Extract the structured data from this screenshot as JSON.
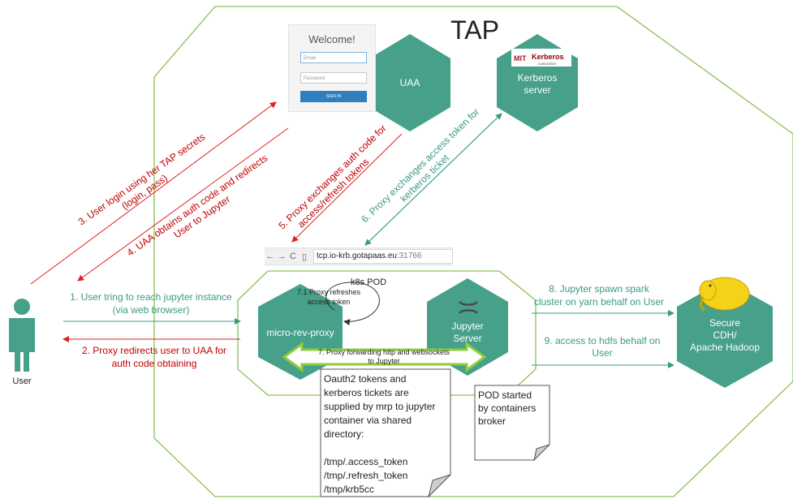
{
  "title": "TAP",
  "login_card": {
    "heading": "Welcome!",
    "email_placeholder": "Email",
    "password_placeholder": "Password",
    "button_label": "SIGN IN"
  },
  "nodes": {
    "uaa": "UAA",
    "kerberos_line1": "Kerberos",
    "kerberos_line2": "server",
    "kerberos_logo_mit": "MIT",
    "kerberos_logo_name": "Kerberos",
    "kerberos_logo_sub": "consortium",
    "mrp": "micro-rev-proxy",
    "jupyter_line1": "Jupyter",
    "jupyter_line2": "Server",
    "hadoop_line1": "Secure",
    "hadoop_line2": "CDH/",
    "hadoop_line3": "Apache Hadoop",
    "user": "User",
    "k8s_pod": "k8s POD"
  },
  "browser": {
    "back": "←",
    "forward": "→",
    "reload": "C",
    "url_host": "tcp.io-krb.gotapaas.eu",
    "url_port": ":31766"
  },
  "steps": {
    "s1_line1": "1. User tring to reach jupyter instance",
    "s1_line2": "(via web browser)",
    "s2_line1": "2. Proxy redirects user to UAA for",
    "s2_line2": "auth code obtaining",
    "s3_line1": "3. User login using her TAP secrets",
    "s3_line2": "(login, pass)",
    "s4_line1": "4. UAA obtains auth code and redirects",
    "s4_line2": "User to Jupyter",
    "s5_line1": "5. Proxy exchanges auth code for",
    "s5_line2": "access/refresh tokens",
    "s6_line1": "6. Proxy exchanges access token for",
    "s6_line2": "kerberos ticket",
    "s71_line1": "7.1 Proxy refreshes",
    "s71_line2": "access token",
    "s7_line1": "7. Proxy forwarding http and websockets",
    "s7_line2": "to Jupyter",
    "s8_line1": "8. Jupyter spawn spark",
    "s8_line2": "cluster on yarn behalf on User",
    "s9_line1": "9. access to hdfs behalf on",
    "s9_line2": "User"
  },
  "notes": {
    "tokens_lines": [
      "Oauth2 tokens and",
      "kerberos tickets are",
      "supplied by mrp to jupyter",
      "container via shared",
      "directory:",
      "",
      "/tmp/.access_token",
      "/tmp/.refresh_token",
      "/tmp/krb5cc"
    ],
    "pod_lines": [
      "POD started",
      "by containers",
      "broker"
    ]
  },
  "colors": {
    "teal": "#46a08a",
    "green_line": "#8cbf5a",
    "red": "#e02020",
    "green_arrow": "#3a9a86",
    "double_arrow": "#8fcc3c"
  }
}
